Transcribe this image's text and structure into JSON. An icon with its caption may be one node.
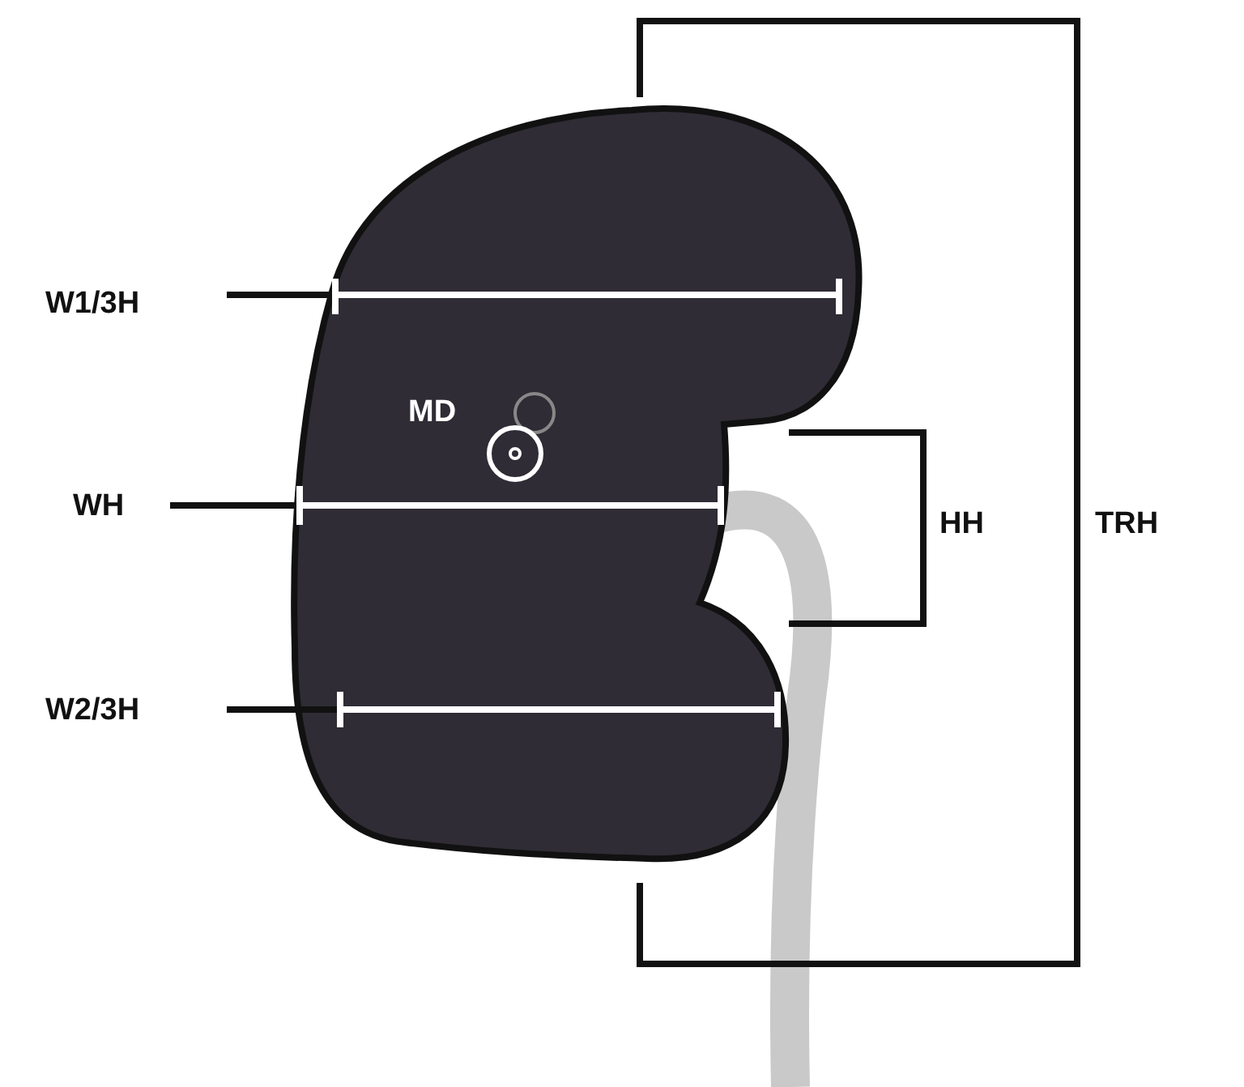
{
  "diagram": {
    "labels": [
      "W1/3H",
      "MD",
      "WH",
      "HH",
      "TRH",
      "W2/3H"
    ]
  }
}
